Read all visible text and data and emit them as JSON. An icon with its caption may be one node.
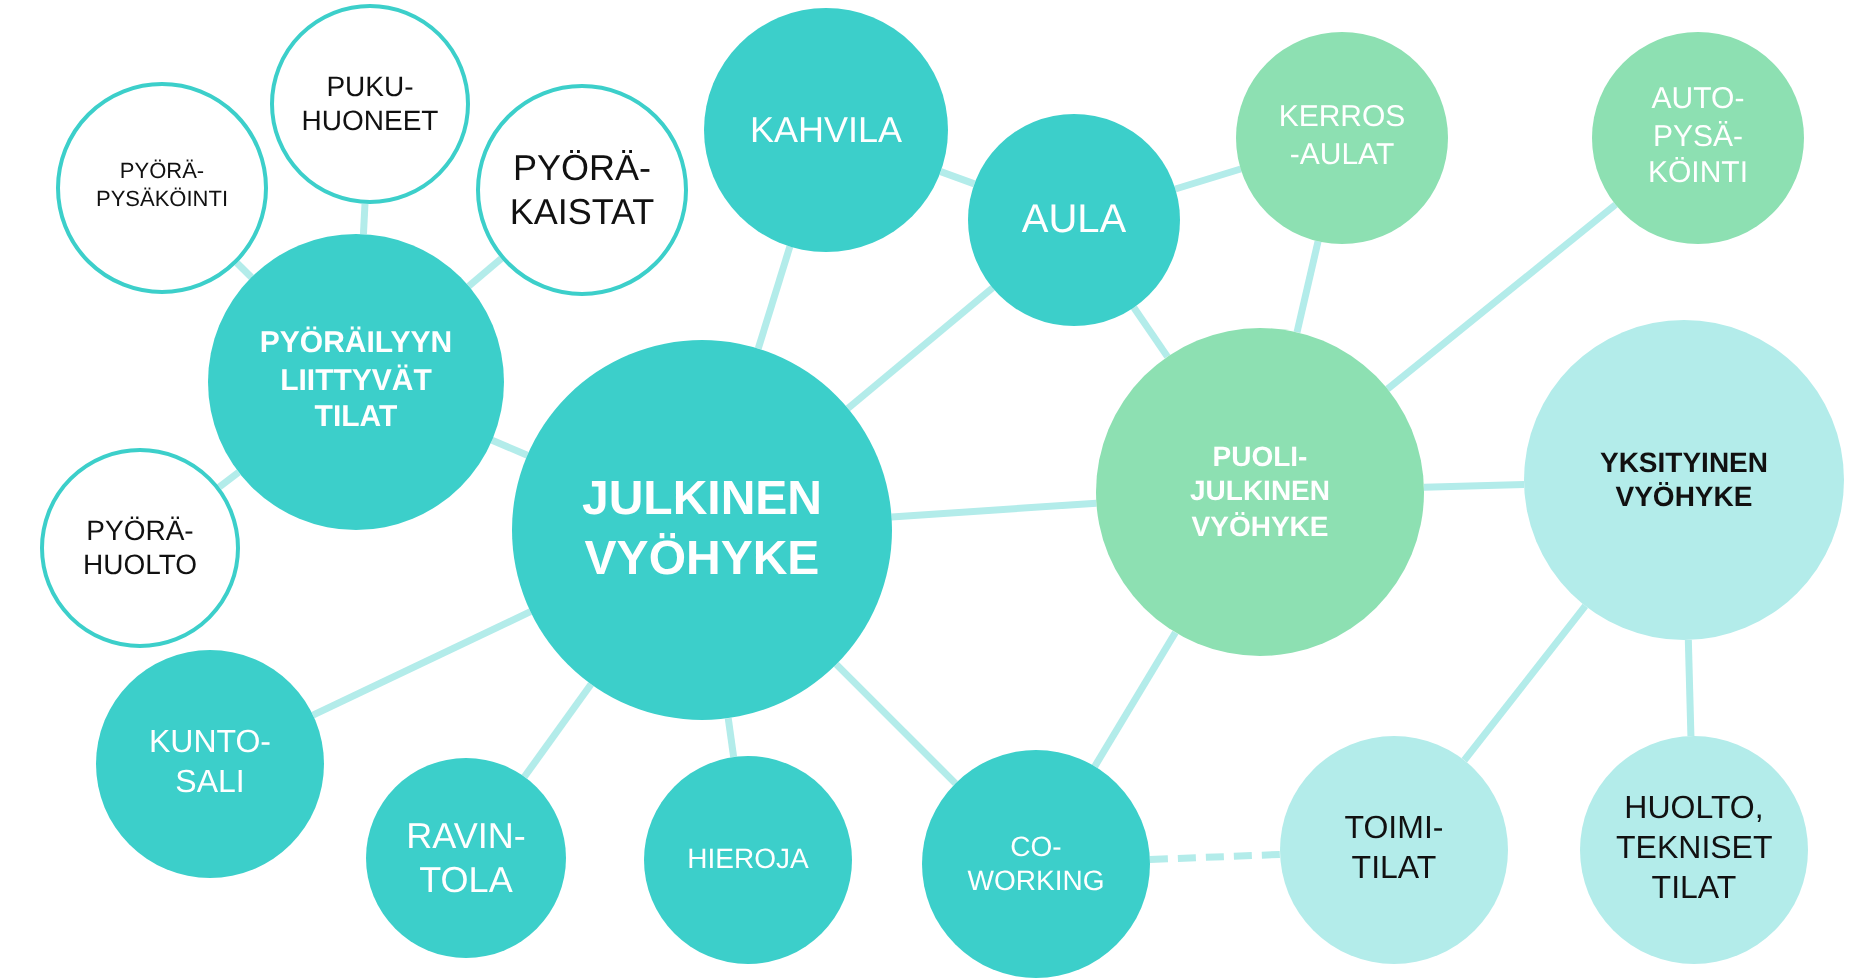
{
  "diagram": {
    "nodes": [
      {
        "text": [
          "PYÖRÄ- PYSÄKÖINTI"
        ]
      },
      {
        "text": [
          "PUKU- HUONEET"
        ]
      },
      {
        "text": [
          "PYÖRÄ- KAISTAT"
        ]
      },
      {
        "text": [
          "KAHVILA"
        ]
      },
      {
        "text": [
          "PYÖRÄILYYN LIITTYVÄT TILAT"
        ]
      },
      {
        "text": [
          "AULA"
        ]
      },
      {
        "text": [
          "KERROS -AULAT"
        ]
      },
      {
        "text": [
          "AUTO- PYSÄ- KÖINTI"
        ]
      },
      {
        "text": [
          "JULKINEN VYÖHYKE"
        ]
      },
      {
        "text": [
          "PUOLI- JULKINEN VYÖHYKE"
        ]
      },
      {
        "text": [
          "YKSITYINEN VYÖHYKE"
        ]
      },
      {
        "text": [
          "PYÖRÄ- HUOLTO"
        ]
      },
      {
        "text": [
          "KUNTO- SALI"
        ]
      },
      {
        "text": [
          "RAVIN- TOLA"
        ]
      },
      {
        "text": [
          "HIEROJA"
        ]
      },
      {
        "text": [
          "CO- WORKING"
        ]
      },
      {
        "text": [
          "TOIMI- TILAT"
        ]
      },
      {
        "text": [
          "HUOLTO, TEKNISET TILAT"
        ]
      }
    ],
    "edges": [
      {
        "from": 0,
        "to": 4,
        "arrow": "none"
      },
      {
        "from": 1,
        "to": 4,
        "arrow": "none"
      },
      {
        "from": 2,
        "to": 4,
        "arrow": "none"
      },
      {
        "from": 4,
        "to": 8,
        "arrow": "none"
      },
      {
        "from": 4,
        "to": 11,
        "arrow": "none"
      },
      {
        "from": 3,
        "to": 8,
        "arrow": "none"
      },
      {
        "from": 3,
        "to": 5,
        "arrow": "none"
      },
      {
        "from": 5,
        "to": 8,
        "arrow": "none"
      },
      {
        "from": 5,
        "to": 6,
        "arrow": "none"
      },
      {
        "from": 5,
        "to": 9,
        "arrow": "none"
      },
      {
        "from": 6,
        "to": 9,
        "arrow": "none"
      },
      {
        "from": 7,
        "to": 9,
        "arrow": "none"
      },
      {
        "from": 8,
        "to": 9,
        "arrow": "none"
      },
      {
        "from": 9,
        "to": 10,
        "arrow": "none"
      },
      {
        "from": 8,
        "to": 12,
        "arrow": "none"
      },
      {
        "from": 8,
        "to": 13,
        "arrow": "none"
      },
      {
        "from": 8,
        "to": 14,
        "arrow": "none"
      },
      {
        "from": 8,
        "to": 15,
        "arrow": "none"
      },
      {
        "from": 9,
        "to": 15,
        "arrow": "none"
      },
      {
        "from": 15,
        "to": 16,
        "arrow": "none",
        "style": "dashed"
      },
      {
        "from": 10,
        "to": 16,
        "arrow": "none"
      },
      {
        "from": 10,
        "to": 17,
        "arrow": "none"
      }
    ]
  }
}
